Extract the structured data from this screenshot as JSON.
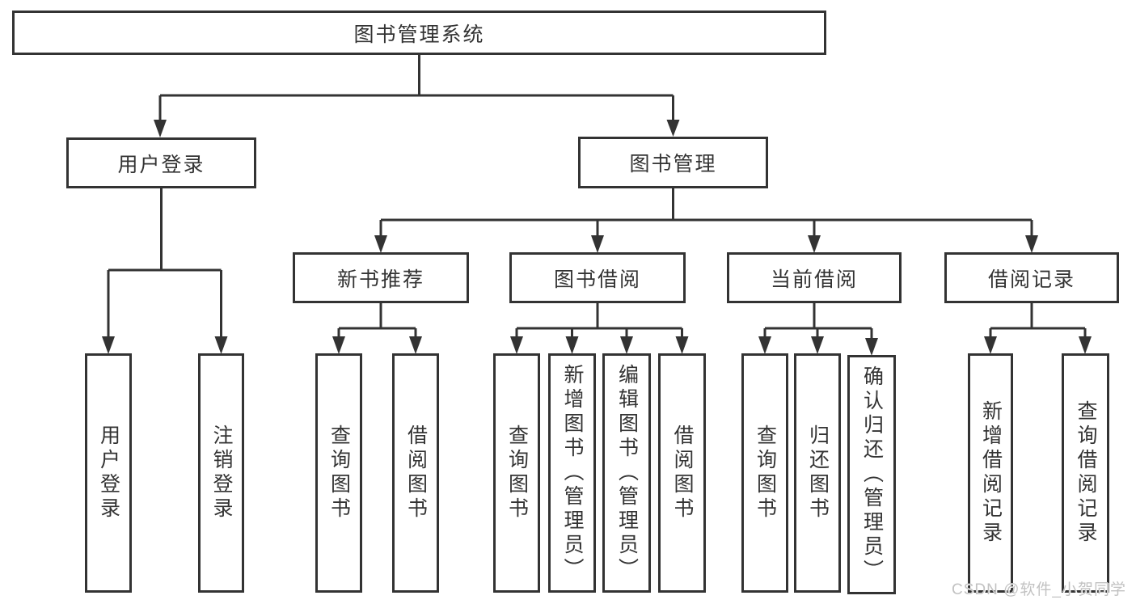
{
  "diagram": {
    "root": {
      "label": "图书管理系统"
    },
    "level2": [
      {
        "label": "用户登录"
      },
      {
        "label": "图书管理"
      }
    ],
    "level3": [
      {
        "label": "新书推荐"
      },
      {
        "label": "图书借阅"
      },
      {
        "label": "当前借阅"
      },
      {
        "label": "借阅记录"
      }
    ],
    "leaves": {
      "user_login": [
        "用户登录",
        "注销登录"
      ],
      "new_book": [
        "查询图书",
        "借阅图书"
      ],
      "book_borrow": [
        "查询图书",
        "新增图书（管理员）",
        "编辑图书（管理员）",
        "借阅图书"
      ],
      "current_borrow": [
        "查询图书",
        "归还图书",
        "确认归还（管理员）"
      ],
      "borrow_records": [
        "新增借阅记录",
        "查询借阅记录"
      ]
    }
  },
  "watermark": {
    "text": "CSDN @软件_小贺同学"
  },
  "colors": {
    "line": "#333333",
    "node_border": "#333333",
    "node_text": "#333333",
    "background": "#ffffff",
    "watermark_text": "#c2c2c2"
  }
}
